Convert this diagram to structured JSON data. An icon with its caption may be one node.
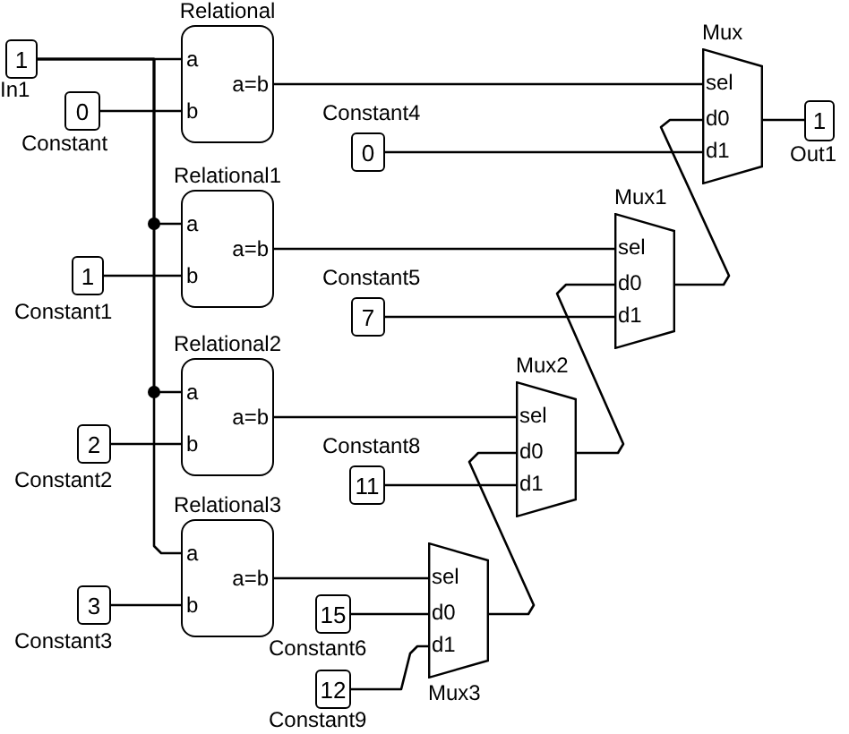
{
  "diagram": {
    "nodes": [
      {
        "text": [
          "1"
        ],
        "beside": [
          "In1"
        ]
      },
      {
        "text": [
          "Relational",
          "a",
          "b",
          "a=b"
        ]
      },
      {
        "text": [
          "Mux",
          "sel",
          "d0",
          "d1"
        ]
      },
      {
        "text": [
          "1"
        ],
        "beside": [
          "Out1"
        ]
      },
      {
        "text": [
          "0"
        ],
        "beside": [
          "Constant"
        ]
      },
      {
        "text": [
          "0"
        ],
        "beside": [
          "Constant4"
        ]
      },
      {
        "text": [
          "Relational1",
          "a",
          "b",
          "a=b"
        ]
      },
      {
        "text": [
          "Mux1",
          "sel",
          "d0",
          "d1"
        ]
      },
      {
        "text": [
          "1"
        ],
        "beside": [
          "Constant1"
        ]
      },
      {
        "text": [
          "7"
        ],
        "beside": [
          "Constant5"
        ]
      },
      {
        "text": [
          "Relational2",
          "a",
          "b",
          "a=b"
        ]
      },
      {
        "text": [
          "Mux2",
          "sel",
          "d0",
          "d1"
        ]
      },
      {
        "text": [
          "2"
        ],
        "beside": [
          "Constant2"
        ]
      },
      {
        "text": [
          "11"
        ],
        "beside": [
          "Constant8"
        ]
      },
      {
        "text": [
          "Relational3",
          "a",
          "b",
          "a=b"
        ]
      },
      {
        "text": [
          "sel",
          "d0",
          "d1",
          "Mux3"
        ]
      },
      {
        "text": [
          "15"
        ],
        "beside": [
          "Constant6"
        ]
      },
      {
        "text": [
          "3"
        ],
        "beside": [
          "Constant3"
        ]
      },
      {
        "text": [
          "12"
        ],
        "beside": [
          "Constant9"
        ]
      }
    ],
    "edges": [
      {
        "from": 0,
        "to": 1,
        "arrow": "none"
      },
      {
        "from": 0,
        "to": 6,
        "arrow": "none"
      },
      {
        "from": 0,
        "to": 10,
        "arrow": "none"
      },
      {
        "from": 0,
        "to": 14,
        "arrow": "none"
      },
      {
        "from": 4,
        "to": 1,
        "arrow": "none"
      },
      {
        "from": 8,
        "to": 6,
        "arrow": "none"
      },
      {
        "from": 12,
        "to": 10,
        "arrow": "none"
      },
      {
        "from": 17,
        "to": 14,
        "arrow": "none"
      },
      {
        "from": 1,
        "to": 2,
        "arrow": "none"
      },
      {
        "from": 6,
        "to": 7,
        "arrow": "none"
      },
      {
        "from": 10,
        "to": 11,
        "arrow": "none"
      },
      {
        "from": 14,
        "to": 15,
        "arrow": "none"
      },
      {
        "from": 5,
        "to": 2,
        "arrow": "none"
      },
      {
        "from": 9,
        "to": 7,
        "arrow": "none"
      },
      {
        "from": 13,
        "to": 11,
        "arrow": "none"
      },
      {
        "from": 16,
        "to": 15,
        "arrow": "none"
      },
      {
        "from": 18,
        "to": 15,
        "arrow": "none"
      },
      {
        "from": 7,
        "to": 2,
        "arrow": "none"
      },
      {
        "from": 11,
        "to": 7,
        "arrow": "none"
      },
      {
        "from": 15,
        "to": 11,
        "arrow": "none"
      },
      {
        "from": 2,
        "to": 3,
        "arrow": "none"
      }
    ]
  }
}
